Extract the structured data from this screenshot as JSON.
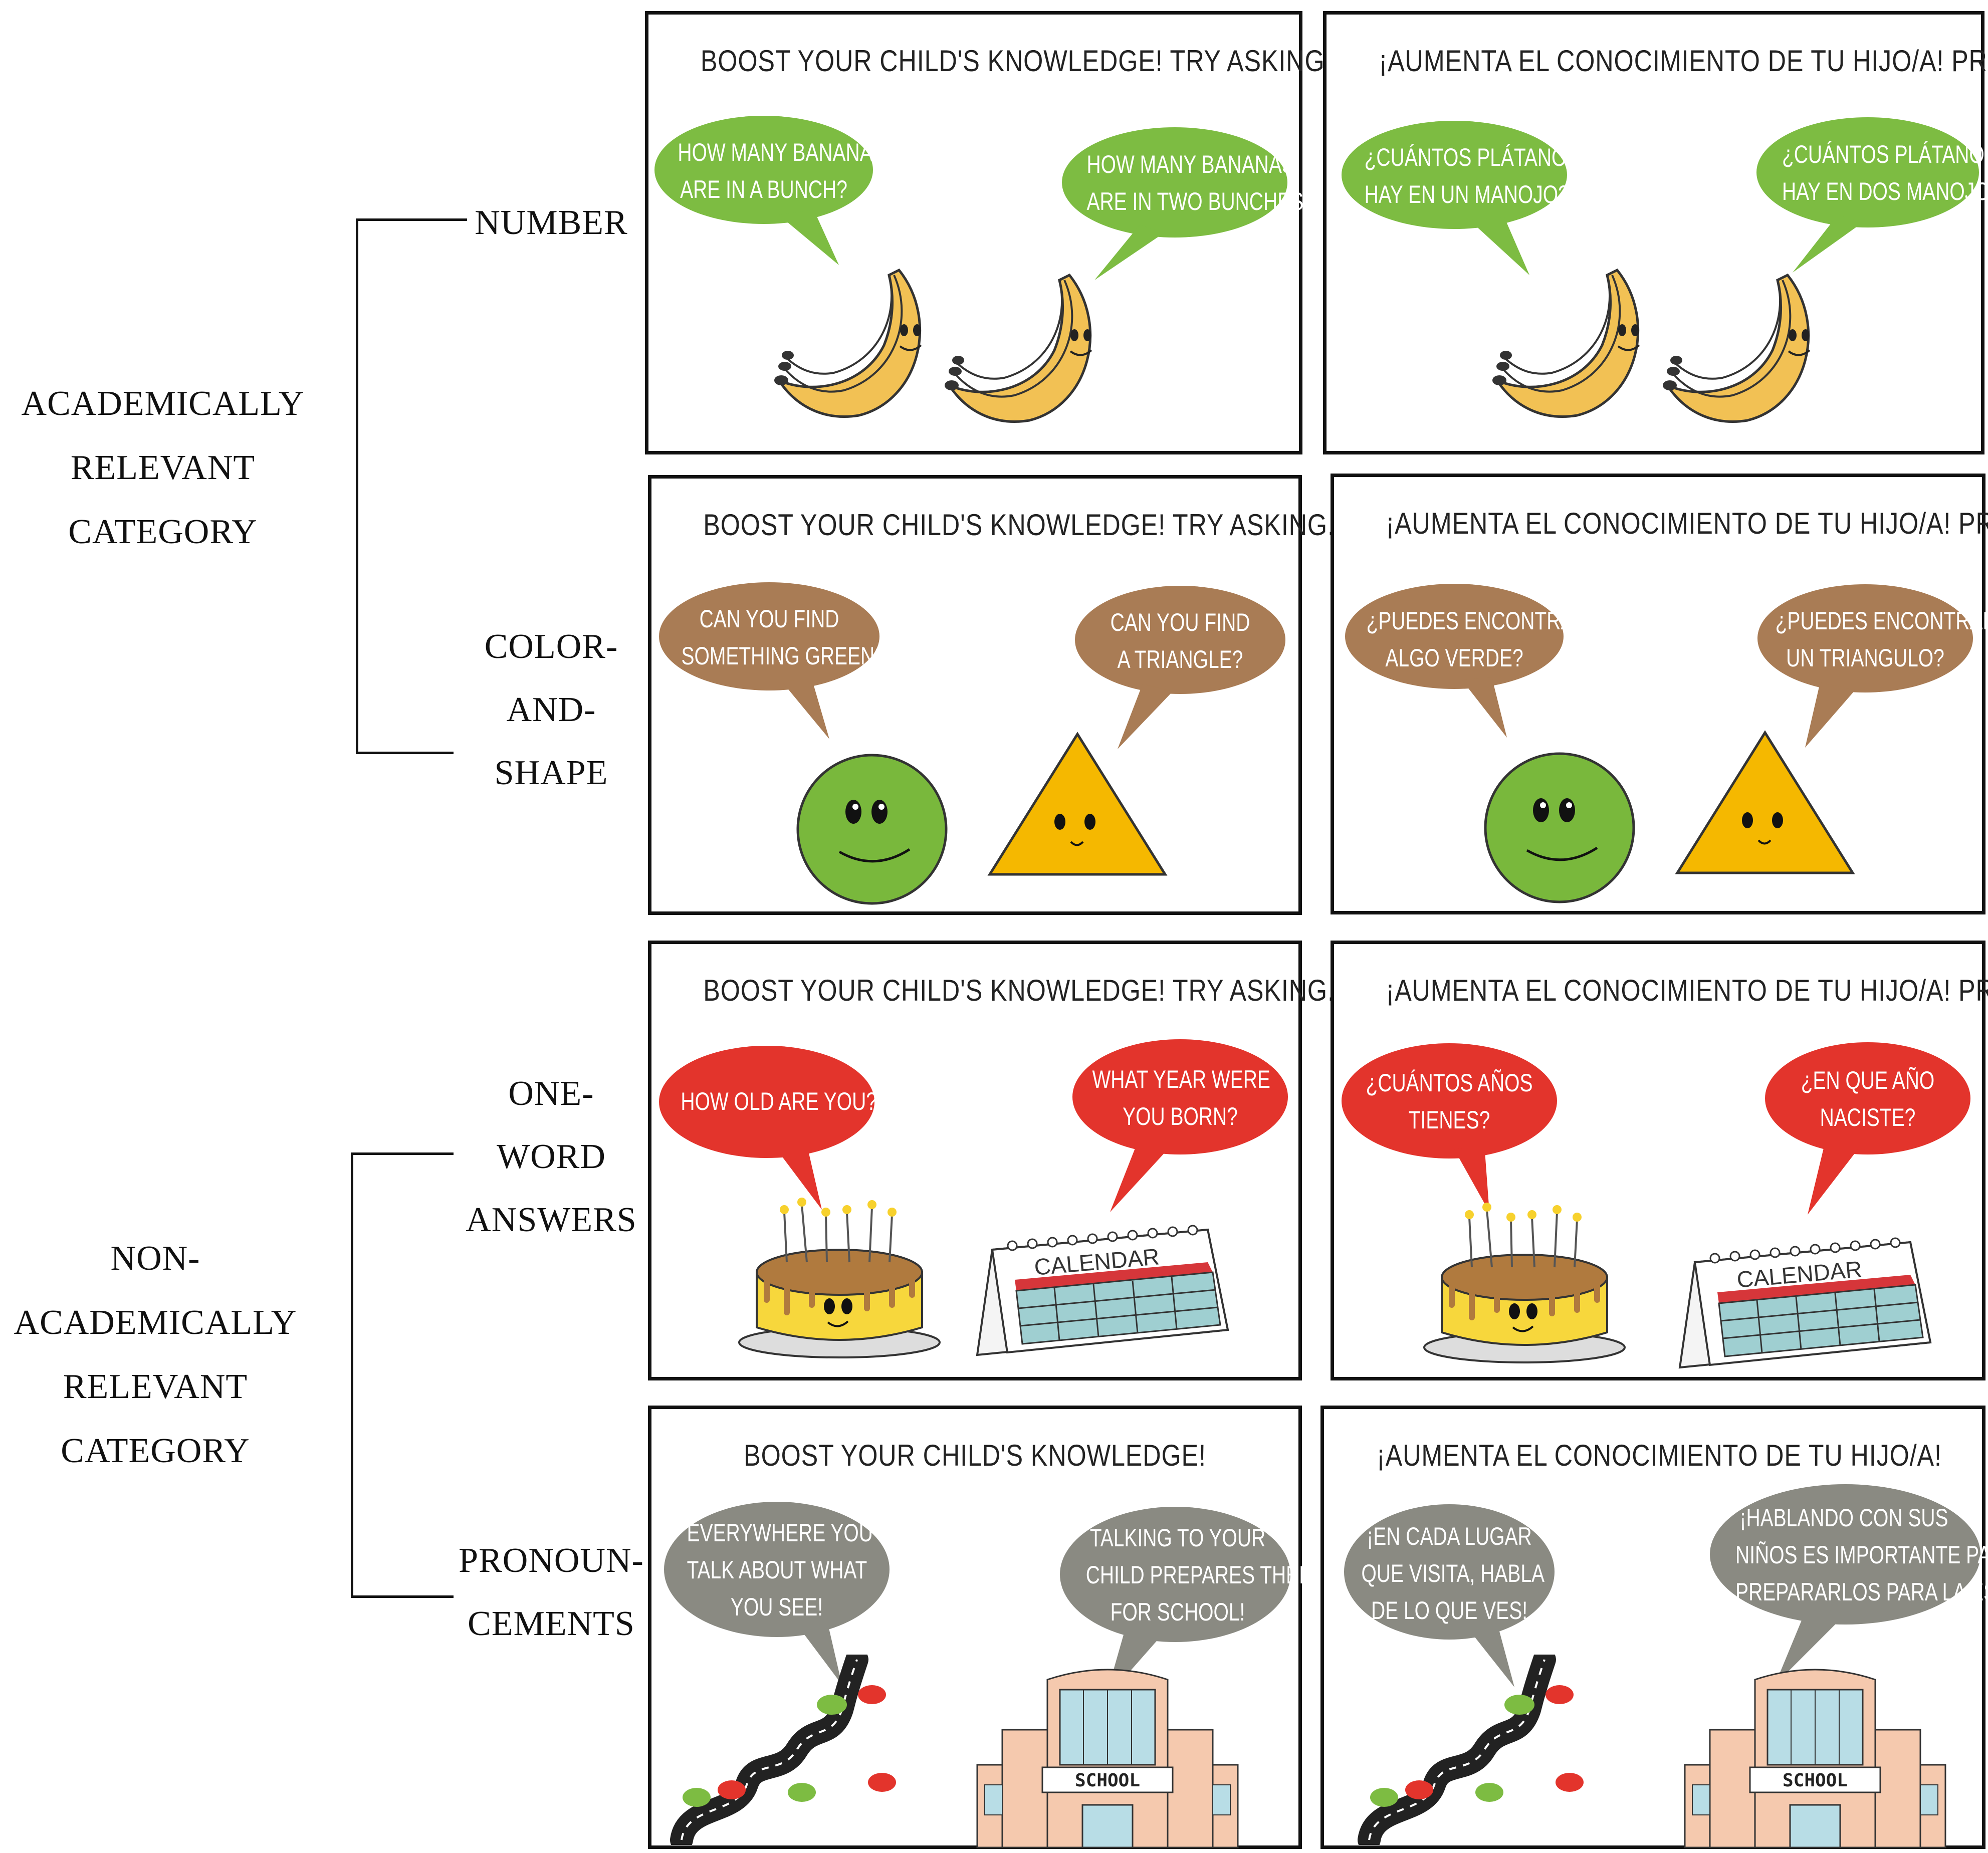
{
  "categories": {
    "academic": {
      "lines": [
        "ACADEMICALLY",
        "RELEVANT",
        "CATEGORY"
      ]
    },
    "non_academic": {
      "lines": [
        "NON-",
        "ACADEMICALLY",
        "RELEVANT",
        "CATEGORY"
      ]
    }
  },
  "subcategories": {
    "number": {
      "lines": [
        "NUMBER"
      ]
    },
    "color_shape": {
      "lines": [
        "COLOR-",
        "AND-",
        "SHAPE"
      ]
    },
    "one_word": {
      "lines": [
        "ONE-",
        "WORD",
        "ANSWERS"
      ]
    },
    "pronouncements": {
      "lines": [
        "PRONOUN-",
        "CEMENTS"
      ]
    }
  },
  "colors": {
    "green_bubble": "#7dbc42",
    "brown_bubble": "#a97c55",
    "red_bubble": "#e3342c",
    "gray_bubble": "#8a8a82",
    "banana": "#f2c154",
    "circle": "#79b83c",
    "triangle": "#f5b800"
  },
  "panels": {
    "number_en": {
      "title": "BOOST YOUR CHILD'S KNOWLEDGE! TRY ASKING...",
      "left": [
        "HOW MANY BANANAS",
        "ARE IN A BUNCH?"
      ],
      "right": [
        "HOW MANY BANANAS",
        "ARE IN TWO BUNCHES?"
      ]
    },
    "number_es": {
      "title": "¡AUMENTA EL CONOCIMIENTO DE TU HIJO/A! PREGUNTA...",
      "left": [
        "¿CUÁNTOS PLÁTANOS",
        "HAY EN UN MANOJO?"
      ],
      "right": [
        "¿CUÁNTOS PLÁTANOS",
        "HAY EN DOS MANOJOS?"
      ]
    },
    "shape_en": {
      "title": "BOOST YOUR CHILD'S KNOWLEDGE! TRY ASKING...",
      "left": [
        "CAN YOU FIND",
        "SOMETHING GREEN?"
      ],
      "right": [
        "CAN YOU FIND",
        "A TRIANGLE?"
      ]
    },
    "shape_es": {
      "title": "¡AUMENTA EL CONOCIMIENTO DE TU HIJO/A! PREGUNTA...",
      "left": [
        "¿PUEDES ENCONTRAR",
        "ALGO VERDE?"
      ],
      "right": [
        "¿PUEDES ENCONTRAR",
        "UN TRIANGULO?"
      ]
    },
    "oneword_en": {
      "title": "BOOST YOUR CHILD'S KNOWLEDGE! TRY ASKING...",
      "left": [
        "HOW OLD ARE YOU?"
      ],
      "right": [
        "WHAT YEAR WERE",
        "YOU BORN?"
      ],
      "calendar": "CALENDAR"
    },
    "oneword_es": {
      "title": "¡AUMENTA EL CONOCIMIENTO DE TU HIJO/A! PREGUNTA...",
      "left": [
        "¿CUÁNTOS AÑOS",
        "TIENES?"
      ],
      "right": [
        "¿EN QUE AÑO",
        "NACISTE?"
      ],
      "calendar": "CALENDAR"
    },
    "pron_en": {
      "title": "BOOST YOUR CHILD'S KNOWLEDGE!",
      "left": [
        "EVERYWHERE YOU GO,",
        "TALK ABOUT WHAT",
        "YOU SEE!"
      ],
      "right": [
        "TALKING TO YOUR",
        "CHILD PREPARES THEM",
        "FOR SCHOOL!"
      ],
      "school": "SCHOOL"
    },
    "pron_es": {
      "title": "¡AUMENTA EL CONOCIMIENTO DE TU HIJO/A!",
      "left": [
        "¡EN CADA LUGAR",
        "QUE VISITA, HABLA",
        "DE LO QUE VES!"
      ],
      "right": [
        "¡HABLANDO CON SUS",
        "NIÑOS ES IMPORTANTE PARA",
        "PREPARARLOS PARA LA ESCULA!"
      ],
      "school": "SCHOOL"
    }
  }
}
